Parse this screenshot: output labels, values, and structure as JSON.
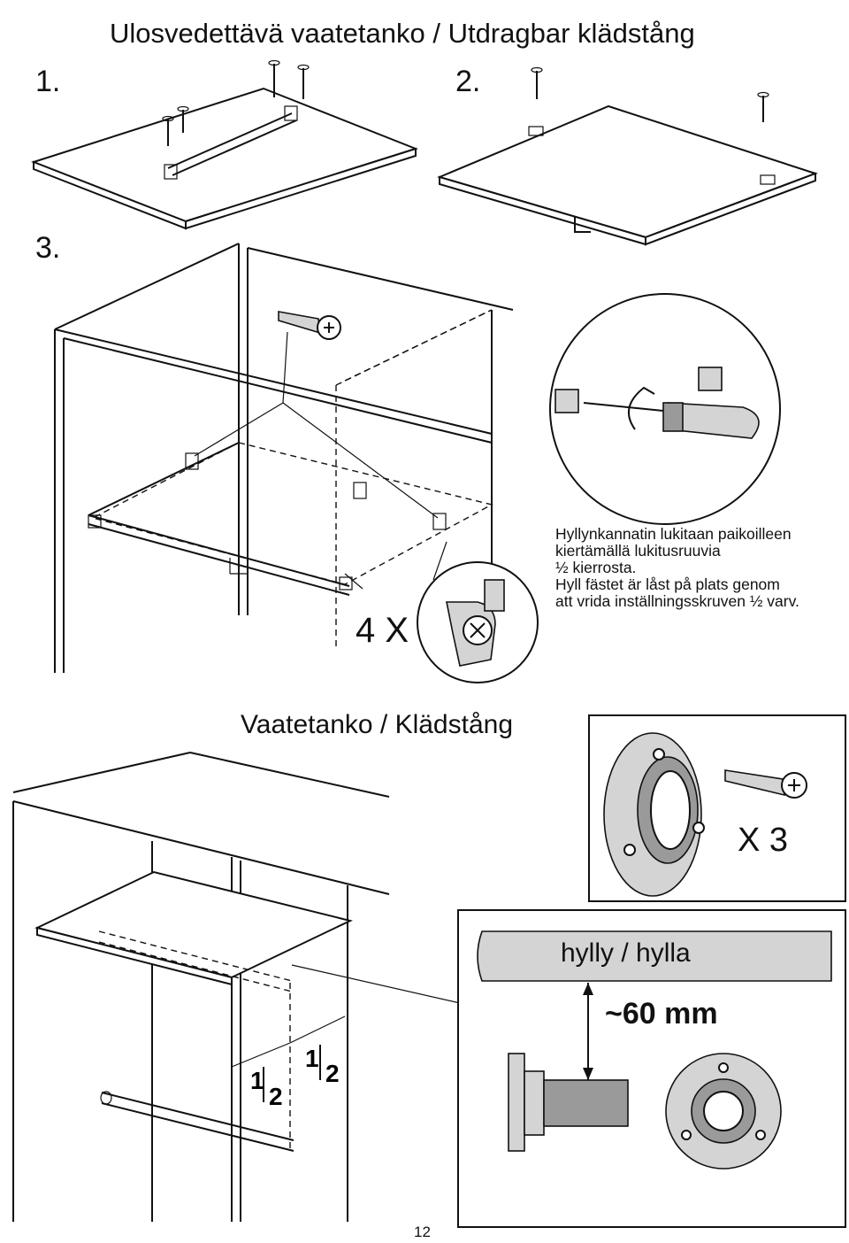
{
  "title": "Ulosvedettävä vaatetanko / Utdragbar klädstång",
  "steps": {
    "one": "1.",
    "two": "2.",
    "three": "3."
  },
  "qty_brackets": "4 X",
  "note_lines": [
    "Hyllynkannatin lukitaan paikoilleen",
    "kiertämällä lukitusruuvia",
    "½ kierrosta.",
    "Hyll fästet är låst på plats genom",
    "att vrida inställningsskruven ½ varv."
  ],
  "section_title": "Vaatetanko / Klädstång",
  "qty_screws": "X 3",
  "shelf_label": "hylly / hylla",
  "distance": "~60 mm",
  "page_number": "12",
  "icons": [
    "screw-icon",
    "screwdriver-icon",
    "shelf-bracket-icon",
    "rod-flange-icon",
    "rotate-arrow-icon"
  ]
}
